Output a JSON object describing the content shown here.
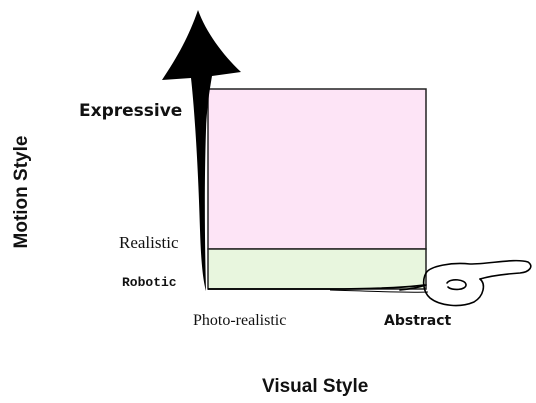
{
  "axes": {
    "y_title": "Motion Style",
    "x_title": "Visual Style"
  },
  "y_levels": {
    "top": "Expressive",
    "middle": "Realistic",
    "bottom": "Robotic"
  },
  "x_levels": {
    "left": "Photo-realistic",
    "right": "Abstract"
  },
  "regions": {
    "expressive_fill": "#fde4f6",
    "robotic_fill": "#e8f6de",
    "arrow_color": "#000000",
    "border_color": "#222222"
  }
}
